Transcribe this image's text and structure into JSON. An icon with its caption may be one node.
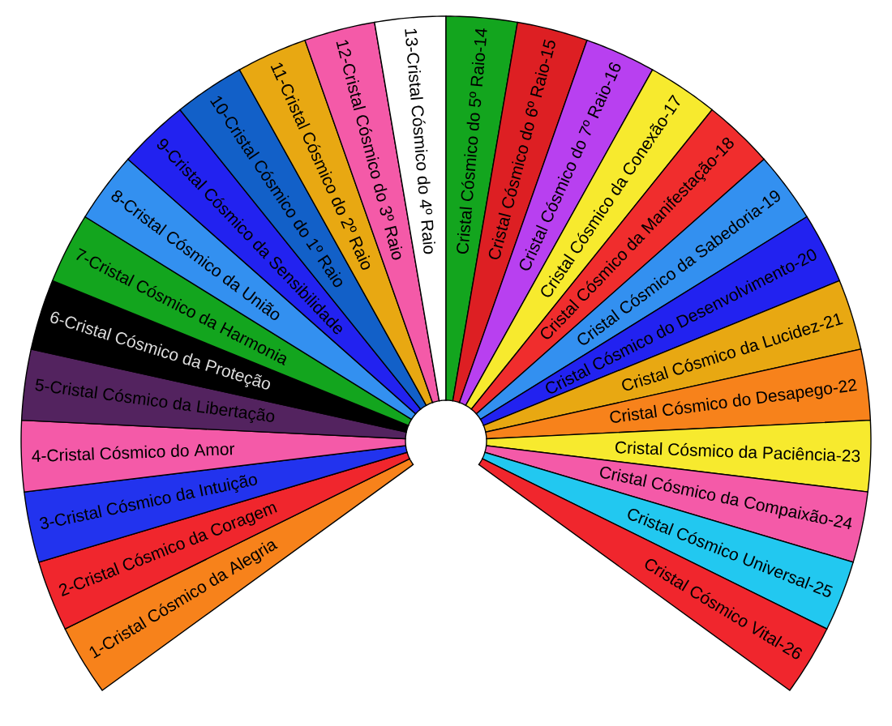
{
  "diagram": {
    "nodes": [
      {
        "text": [
          "1-Cristal Cósmico da Alegria"
        ]
      },
      {
        "text": [
          "2-Cristal Cósmico da Coragem"
        ]
      },
      {
        "text": [
          "3-Cristal Cósmico da Intuição"
        ]
      },
      {
        "text": [
          "4-Cristal Cósmico do Amor"
        ]
      },
      {
        "text": [
          "5-Cristal Cósmico da Libertação"
        ]
      },
      {
        "text": [
          "6-Cristal Cósmico da Proteção"
        ]
      },
      {
        "text": [
          "7-Cristal Cósmico da Harmonia"
        ]
      },
      {
        "text": [
          "8-Cristal Cósmico da União"
        ]
      },
      {
        "text": [
          "9-Cristal Cósmico da Sensibilidade"
        ]
      },
      {
        "text": [
          "10-Cristal Cósmico do 1º Raio"
        ]
      },
      {
        "text": [
          "11-Cristal Cósmico do 2º Raio"
        ]
      },
      {
        "text": [
          "12-Cristal Cósmico do 3º Raio"
        ]
      },
      {
        "text": [
          "13-Cristal Cósmico do 4º Raio"
        ]
      },
      {
        "text": [
          "Cristal Cósmico do 5º Raio-14"
        ]
      },
      {
        "text": [
          "Cristal Cósmico do 6º Raio-15"
        ]
      },
      {
        "text": [
          "Cristal Cósmico do 7º Raio-16"
        ]
      },
      {
        "text": [
          "Cristal Cósmico da Conexão-17"
        ]
      },
      {
        "text": [
          "Cristal Cósmico da Manifestação-18"
        ]
      },
      {
        "text": [
          "Cristal Cósmico da Sabedoria-19"
        ]
      },
      {
        "text": [
          "Cristal Cósmico do Desenvolvimento-20"
        ]
      },
      {
        "text": [
          "Cristal Cósmico da Lucidez-21"
        ]
      },
      {
        "text": [
          "Cristal Cósmico do Desapego-22"
        ]
      },
      {
        "text": [
          "Cristal Cósmico da Paciência-23"
        ]
      },
      {
        "text": [
          "Cristal Cósmico da Compaixão-24"
        ]
      },
      {
        "text": [
          "Cristal Cósmico Universal-25"
        ]
      },
      {
        "text": [
          "Cristal Cósmico Vital-26"
        ]
      }
    ]
  }
}
